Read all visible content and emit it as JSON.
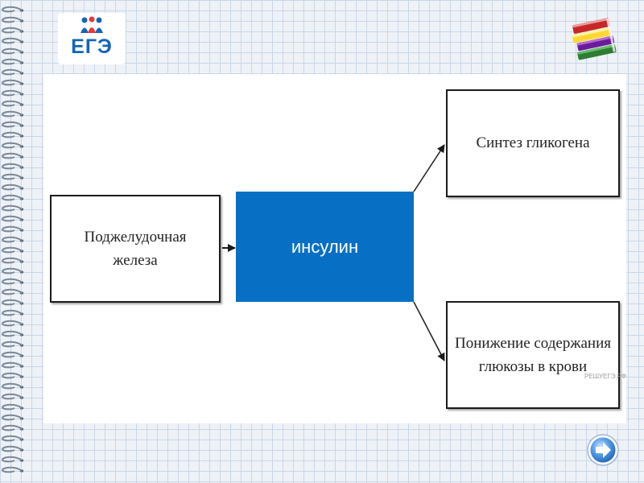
{
  "header": {
    "logo_text": "ЕГЭ"
  },
  "diagram": {
    "source_label": "Поджелудочная\nжелеза",
    "center_label": "инсулин",
    "top_target_label": "Синтез гликогена",
    "bottom_target_label": "Понижение содержания\nглюкозы в крови",
    "watermark": "РЕШУЕГЭ.РФ"
  },
  "colors": {
    "center_fill": "#0870c4",
    "logo_blue": "#1565b5",
    "grid_line": "#c9d6e6",
    "next_button": "#3f8fe0"
  },
  "icons": {
    "logo": "ege-logo-icon",
    "books": "books-icon",
    "next": "next-arrow-icon"
  }
}
